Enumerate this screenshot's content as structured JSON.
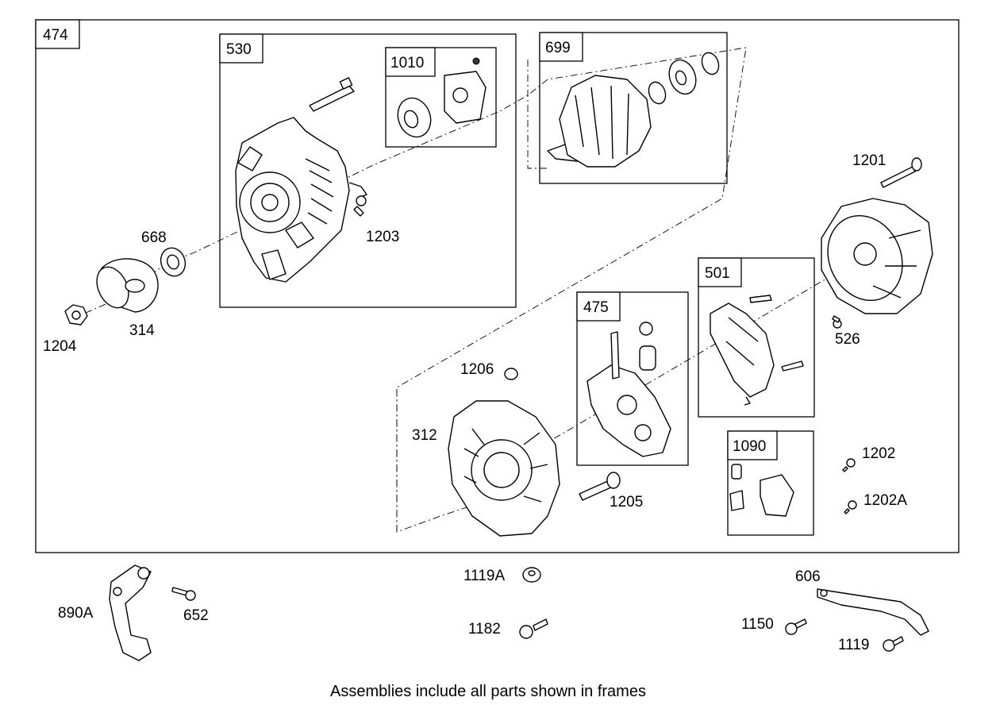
{
  "caption": "Assemblies include all parts shown in frames",
  "frames": {
    "f474": "474",
    "f530": "530",
    "f1010": "1010",
    "f699": "699",
    "f501": "501",
    "f475": "475",
    "f1090": "1090"
  },
  "parts": {
    "p1201": "1201",
    "p1203": "1203",
    "p668": "668",
    "p314": "314",
    "p1204": "1204",
    "p526": "526",
    "p1206": "1206",
    "p312": "312",
    "p1205": "1205",
    "p1202": "1202",
    "p1202A": "1202A",
    "p890A": "890A",
    "p652": "652",
    "p1119A": "1119A",
    "p1182": "1182",
    "p606": "606",
    "p1150": "1150",
    "p1119": "1119"
  }
}
